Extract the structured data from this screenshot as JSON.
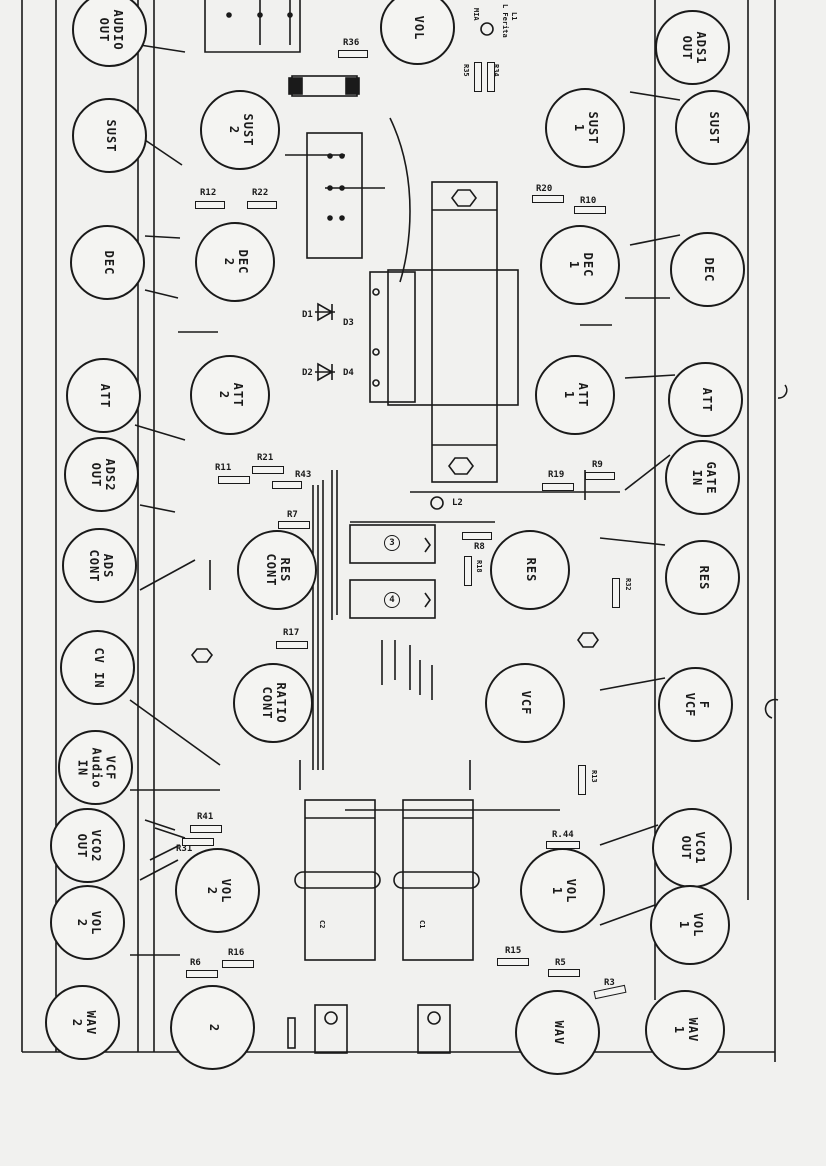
{
  "knobs": {
    "audio_out": "AUDIO\nOUT",
    "vol_top": "VOL",
    "ads1_out": "ADS1\nOUT",
    "sust_left": "SUST",
    "sust2": "SUST\n2",
    "sust1": "SUST\n1",
    "sust_right": "SUST",
    "dec_left": "DEC",
    "dec2": "DEC\n2",
    "dec1": "DEC\n1",
    "dec_right": "DEC",
    "att_left": "ATT",
    "att2": "ATT\n2",
    "att1": "ATT\n1",
    "att_right": "ATT",
    "ads2_out": "ADS2\nOUT",
    "gate_in": "GATE\nIN",
    "ads_cont": "ADS\nCONT",
    "res_cont": "RES\nCONT",
    "res_mid": "RES",
    "res_right": "RES",
    "cv_in": "CV IN",
    "ratio_cont": "RATIO\nCONT",
    "vcf_mid": "VCF",
    "f_vcf": "F\nVCF",
    "vcf_audio_in": "VCF\nAudio\nIN",
    "vco2_out": "VCO2\nOUT",
    "vco1_out": "VCO1\nOUT",
    "vol2_left": "VOL\n2",
    "vol2_mid": "VOL\n2",
    "vol1_mid": "VOL\n1",
    "vol1_right": "VOL\n1",
    "wav2_left": "WAV\n2",
    "wav2_mid": "2",
    "wav1_mid": "WAV",
    "wav1_right": "WAV\n1"
  },
  "parts": {
    "r36": "R36",
    "l1": "L1",
    "l1_sub": "L Ferita",
    "mia": "MIA",
    "r35": "R35",
    "r34": "R34",
    "r12": "R12",
    "r22": "R22",
    "r20": "R20",
    "r10": "R10",
    "d1": "D1",
    "d3": "D3",
    "d2": "D2",
    "d4": "D4",
    "r11": "R11",
    "r21": "R21",
    "r43": "R43",
    "r19": "R19",
    "r9": "R9",
    "l2": "L2",
    "r7": "R7",
    "r8": "R8",
    "r18": "R18",
    "ic3": "3",
    "ic4": "4",
    "r32": "R32",
    "r17": "R17",
    "r13": "R13",
    "r41": "R41",
    "r31": "R31",
    "r44": "R.44",
    "r6": "R6",
    "r16": "R16",
    "r15": "R15",
    "r5": "R5",
    "r3": "R3",
    "c1": "C1",
    "c2": "C2"
  }
}
